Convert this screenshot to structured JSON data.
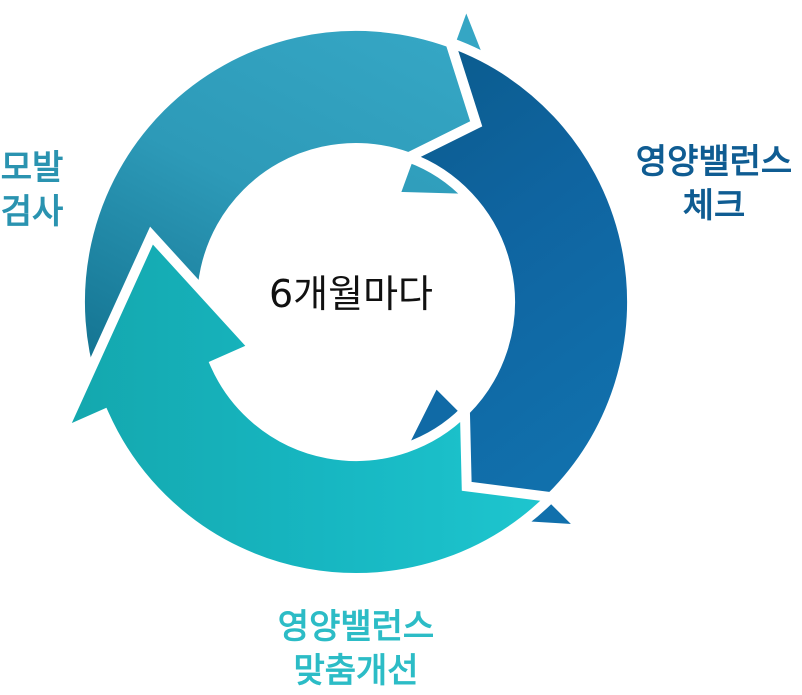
{
  "center": {
    "text": "6개월마다",
    "color": "#111111"
  },
  "stages": [
    {
      "id": "hair-test",
      "lines": [
        "모발",
        "검사"
      ],
      "label_color": "#2a93b0",
      "gradient": [
        "#106e8c",
        "#2d9ab8",
        "#35a6c4"
      ]
    },
    {
      "id": "balance-check",
      "lines": [
        "영양밸런스",
        "체크"
      ],
      "label_color": "#0f5c92",
      "gradient": [
        "#0a5a8a",
        "#0f64a0",
        "#1170ac"
      ]
    },
    {
      "id": "balance-adjust",
      "lines": [
        "영양밸런스",
        "맞춤개선"
      ],
      "label_color": "#2cbcc6",
      "gradient": [
        "#14a7ad",
        "#17b7c2",
        "#1ec6cf"
      ]
    }
  ]
}
